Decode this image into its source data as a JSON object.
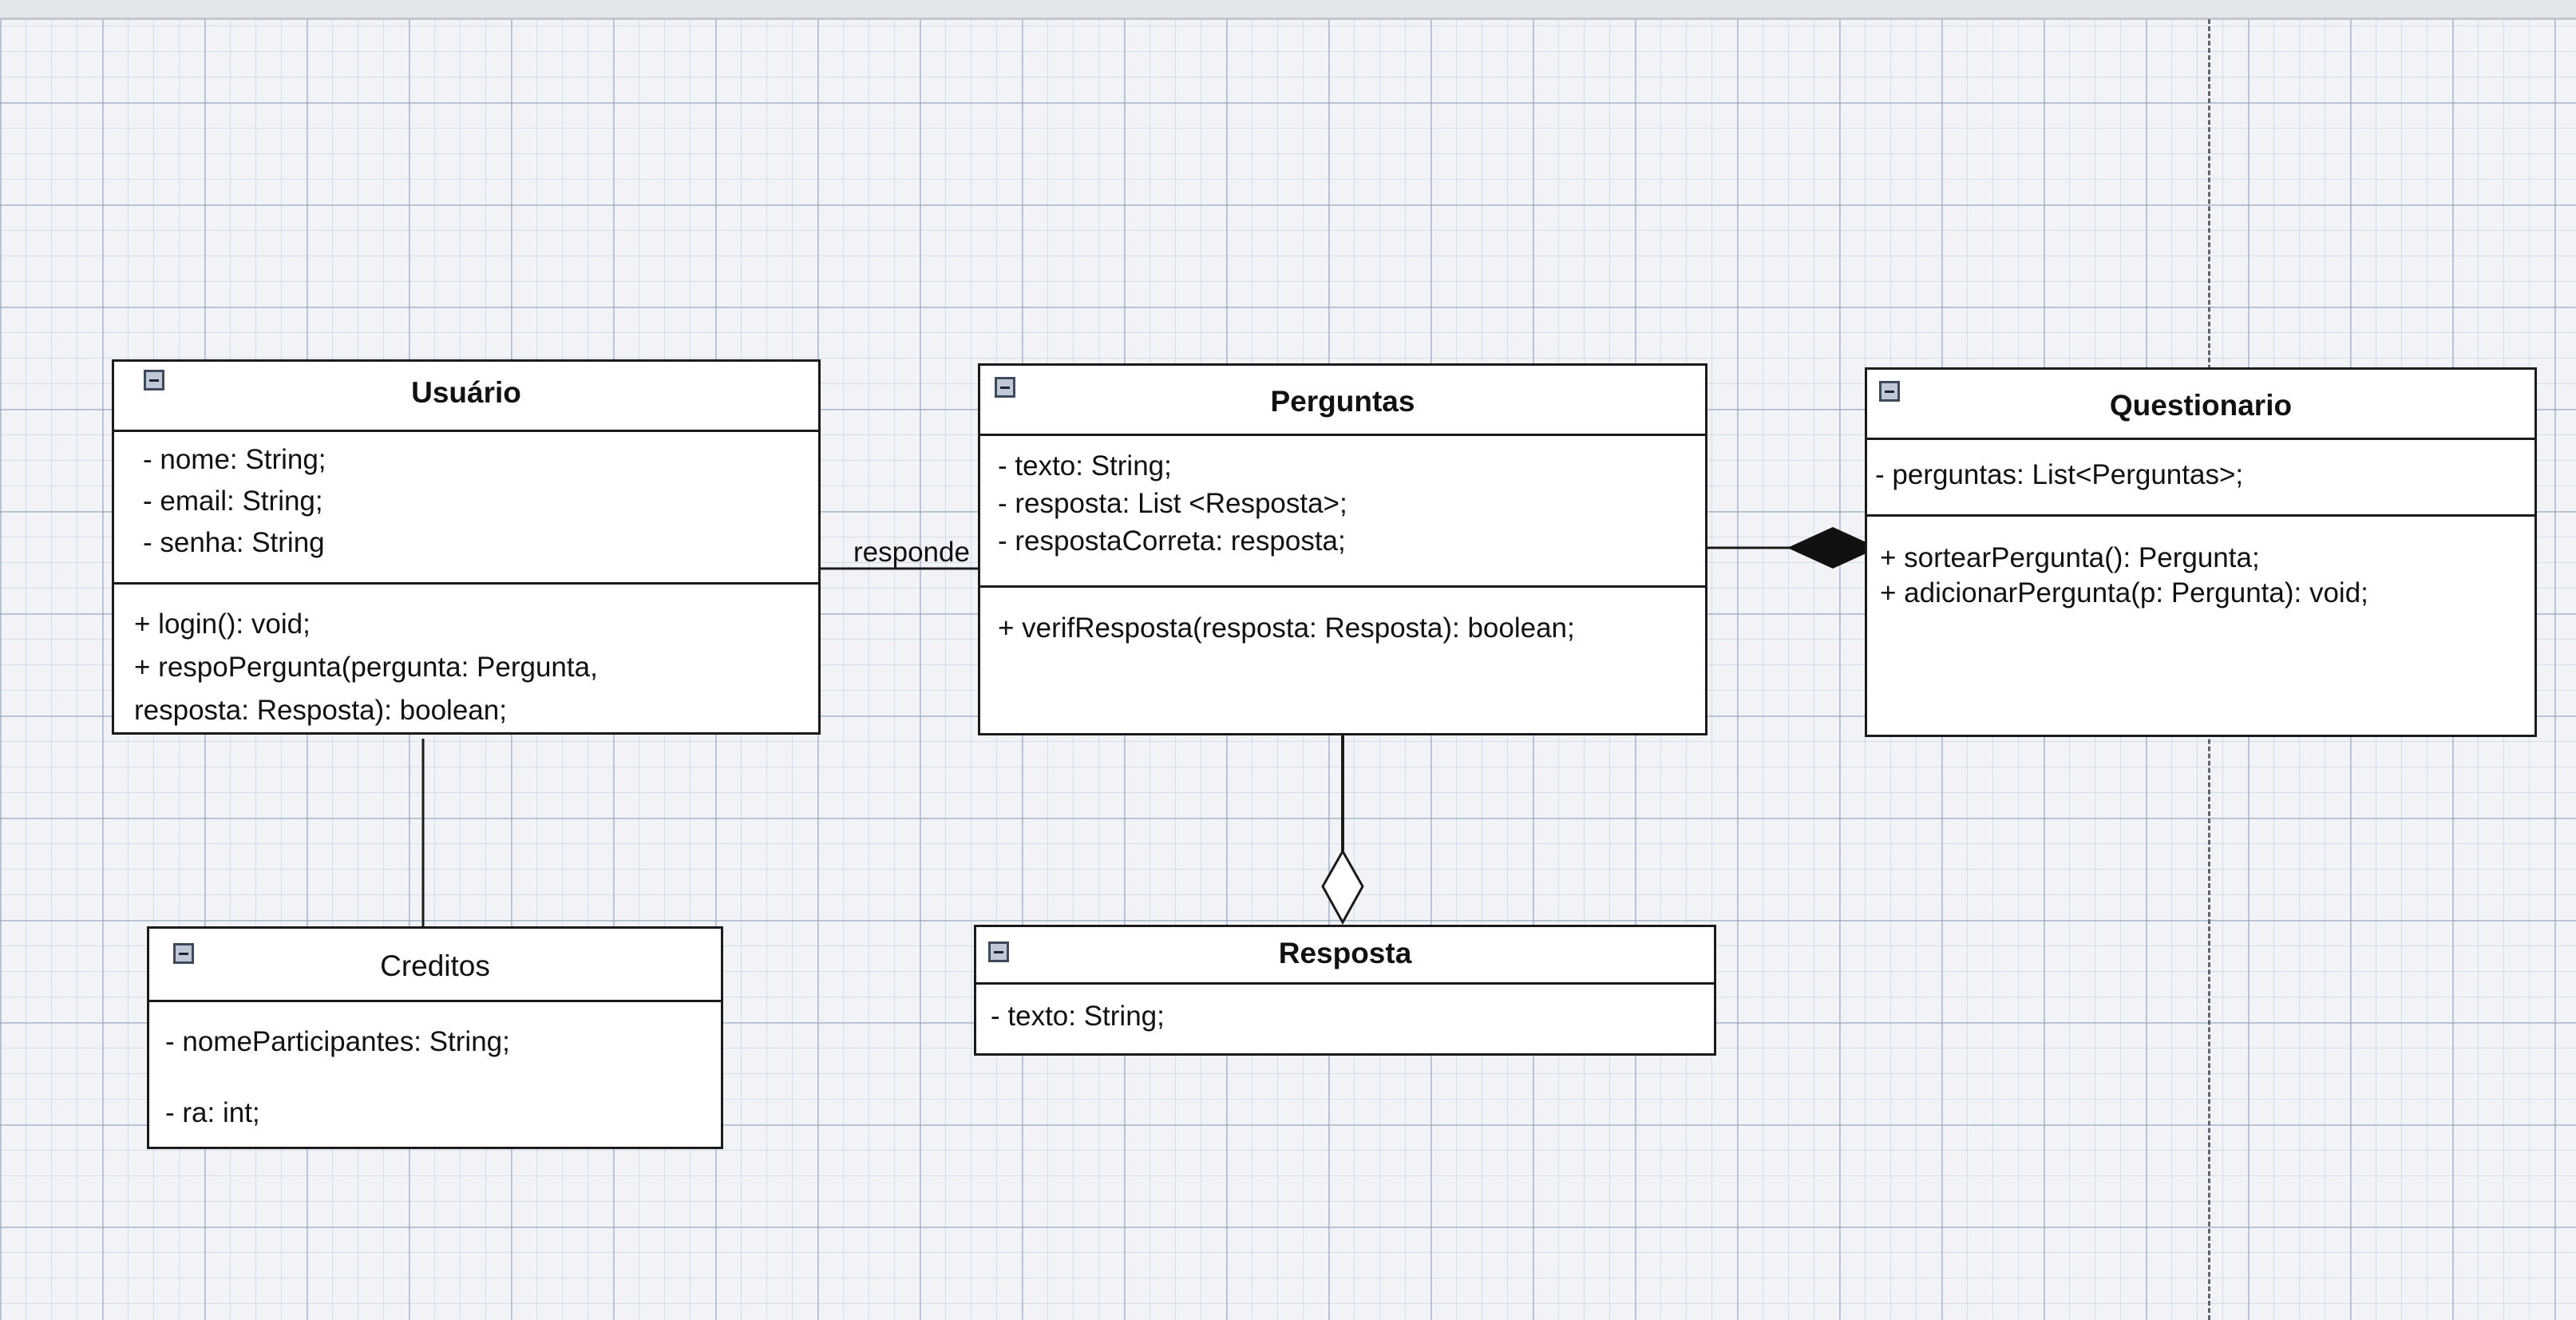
{
  "classes": {
    "usuario": {
      "name": "Usuário",
      "attributes": [
        "- nome: String;",
        "- email: String;",
        "- senha: String"
      ],
      "methods": [
        "+ login(): void;",
        "+ respoPergunta(pergunta: Pergunta,",
        "resposta: Resposta): boolean;"
      ]
    },
    "perguntas": {
      "name": "Perguntas",
      "attributes": [
        "- texto: String;",
        "- resposta: List <Resposta>;",
        "- respostaCorreta: resposta;"
      ],
      "methods": [
        "+ verifResposta(resposta: Resposta): boolean;"
      ]
    },
    "questionario": {
      "name": "Questionario",
      "attributes": [
        "- perguntas: List<Perguntas>;"
      ],
      "methods": [
        "+ sortearPergunta(): Pergunta;",
        "+ adicionarPergunta(p: Pergunta): void;"
      ]
    },
    "creditos": {
      "name": "Creditos",
      "attributes": [
        "- nomeParticipantes: String;",
        "- ra: int;"
      ]
    },
    "resposta": {
      "name": "Resposta",
      "attributes": [
        "- texto: String;"
      ]
    }
  },
  "relations": {
    "usuario_perguntas": {
      "label": "responde",
      "type": "association"
    },
    "questionario_perguntas": {
      "type": "composition"
    },
    "perguntas_resposta": {
      "type": "aggregation"
    },
    "usuario_creditos": {
      "type": "association"
    }
  },
  "colors": {
    "line": "#1b1b1b",
    "box_fill": "#ffffff",
    "grid": "#9fb0c8"
  }
}
